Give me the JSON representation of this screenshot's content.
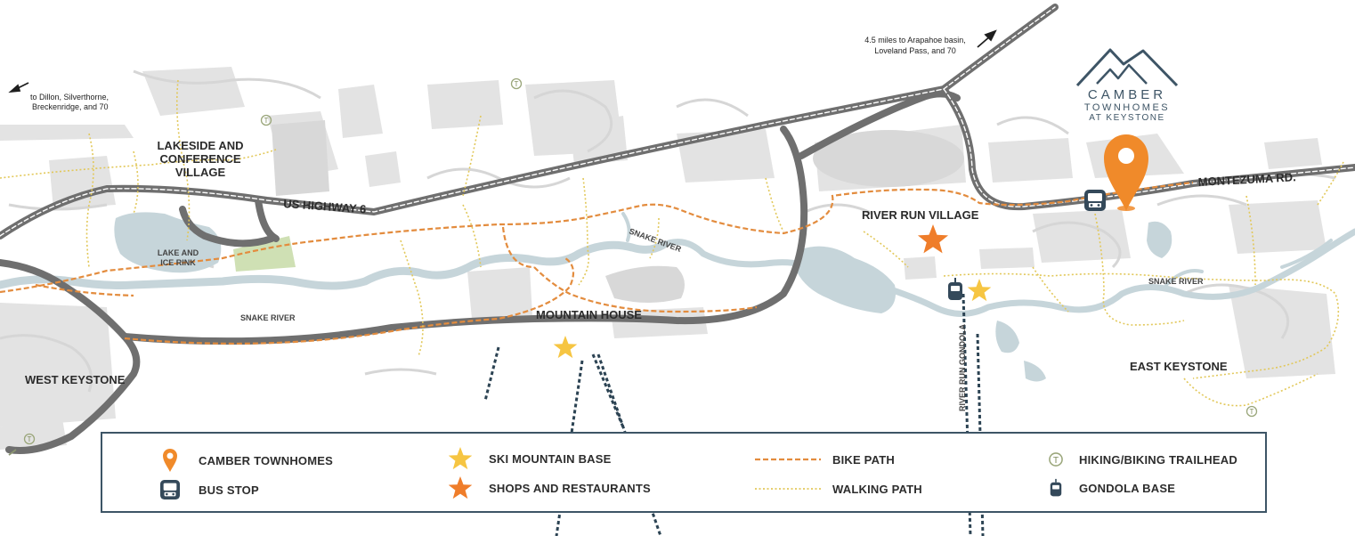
{
  "colors": {
    "road": "#6f6f6f",
    "road_center": "#ffffff",
    "water": "#c9d7dc",
    "building": "#e0e0e0",
    "lot": "#d5d5d5",
    "green": "#cfe0b4",
    "bike_path": "#e38c3e",
    "walk_path": "#e2c85a",
    "accent": "#f08a2a",
    "star_yellow": "#f6c542",
    "star_orange": "#ef7d2a",
    "dark_icon": "#34495a"
  },
  "map": {
    "places": {
      "lakeside": [
        "LAKESIDE AND",
        "CONFERENCE",
        "VILLAGE"
      ],
      "lake_ice": [
        "LAKE AND",
        "ICE RINK"
      ],
      "us_highway": "US HIGHWAY 6",
      "mountain_house": "MOUNTAIN HOUSE",
      "river_run_village": "RIVER RUN VILLAGE",
      "montezuma": "MONTEZUMA RD.",
      "west_keystone": "WEST KEYSTONE",
      "east_keystone": "EAST KEYSTONE",
      "snake_river_1": "SNAKE RIVER",
      "snake_river_2": "SNAKE RIVER",
      "snake_river_3": "SNAKE RIVER",
      "gondola_line": "RIVER RUN GONDOLA"
    },
    "directions": {
      "left": [
        "to Dillon, Silverthorne,",
        "Breckenridge, and 70"
      ],
      "top": [
        "4.5 miles to Arapahoe basin,",
        "Loveland Pass, and 70"
      ]
    },
    "trailhead_letter": "T"
  },
  "brand": {
    "name": "CAMBER",
    "sub1": "TOWNHOMES",
    "sub2": "AT KEYSTONE"
  },
  "legend": {
    "items": [
      {
        "label": "CAMBER TOWNHOMES",
        "icon": "location-pin-icon"
      },
      {
        "label": "BUS STOP",
        "icon": "bus-icon"
      },
      {
        "label": "SKI MOUNTAIN BASE",
        "icon": "yellow-star-icon"
      },
      {
        "label": "SHOPS AND RESTAURANTS",
        "icon": "orange-star-icon"
      },
      {
        "label": "BIKE PATH",
        "icon": "bike-path-line-icon"
      },
      {
        "label": "WALKING PATH",
        "icon": "walking-path-line-icon"
      },
      {
        "label": "HIKING/BIKING  TRAILHEAD",
        "icon": "trailhead-icon"
      },
      {
        "label": "GONDOLA BASE",
        "icon": "gondola-icon"
      }
    ]
  }
}
